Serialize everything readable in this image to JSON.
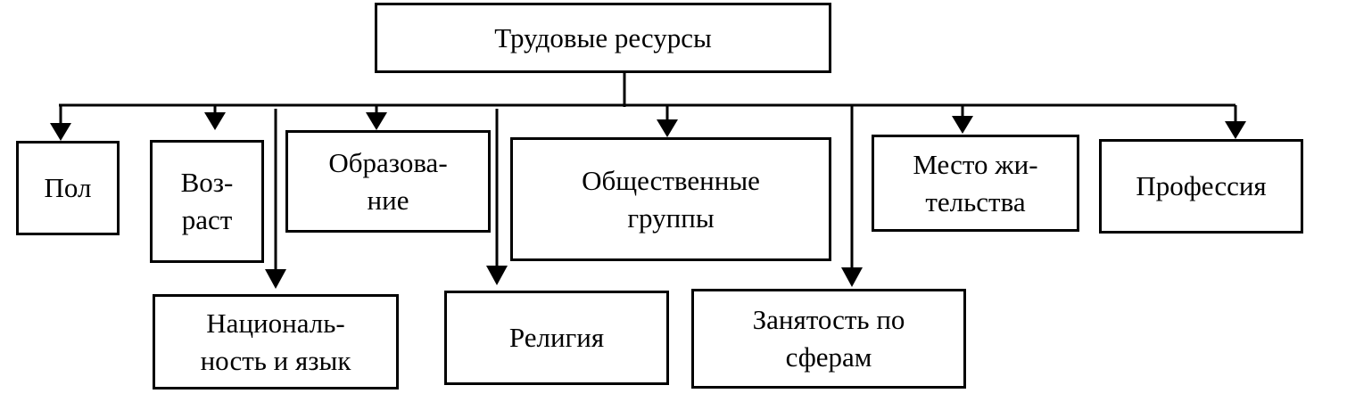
{
  "root": {
    "label": "Трудовые ресурсы"
  },
  "nodes": [
    {
      "id": "pol",
      "lines": [
        "Пол"
      ]
    },
    {
      "id": "vozrast",
      "lines": [
        "Воз-",
        "раст"
      ]
    },
    {
      "id": "obrazovanie",
      "lines": [
        "Образова-",
        "ние"
      ]
    },
    {
      "id": "obshchestvennye-gruppy",
      "lines": [
        "Общественные",
        "группы"
      ]
    },
    {
      "id": "mesto-zhitelstva",
      "lines": [
        "Место жи-",
        "тельства"
      ]
    },
    {
      "id": "professiya",
      "lines": [
        "Профессия"
      ]
    },
    {
      "id": "natsionalnost",
      "lines": [
        "Националь-",
        "ность и язык"
      ]
    },
    {
      "id": "religiya",
      "lines": [
        "Религия"
      ]
    },
    {
      "id": "zanyatost",
      "lines": [
        "Занятость по",
        "сферам"
      ]
    }
  ],
  "colors": {
    "line": "#000000",
    "background": "#ffffff"
  }
}
